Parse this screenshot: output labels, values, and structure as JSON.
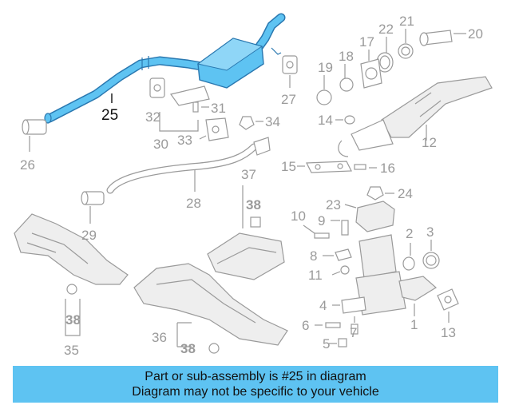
{
  "highlight": {
    "number": "25",
    "color": "#5ec3f2",
    "outline": "#2a78b0"
  },
  "callouts": {
    "c1": "1",
    "c2": "2",
    "c3": "3",
    "c4": "4",
    "c5": "5",
    "c6": "6",
    "c7": "7",
    "c8": "8",
    "c9": "9",
    "c10": "10",
    "c11": "11",
    "c12": "12",
    "c13": "13",
    "c14": "14",
    "c15": "15",
    "c16": "16",
    "c17": "17",
    "c18": "18",
    "c19": "19",
    "c20": "20",
    "c21": "21",
    "c22": "22",
    "c23": "23",
    "c24": "24",
    "c25": "25",
    "c26": "26",
    "c27": "27",
    "c28": "28",
    "c29": "29",
    "c30": "30",
    "c31": "31",
    "c32": "32",
    "c33": "33",
    "c34": "34",
    "c35": "35",
    "c36": "36",
    "c37": "37",
    "c38a": "38",
    "c38b": "38",
    "c38c": "38"
  },
  "banner": {
    "line1": "Part or sub-assembly is #25 in diagram",
    "line2": "Diagram may not be specific to your vehicle"
  }
}
